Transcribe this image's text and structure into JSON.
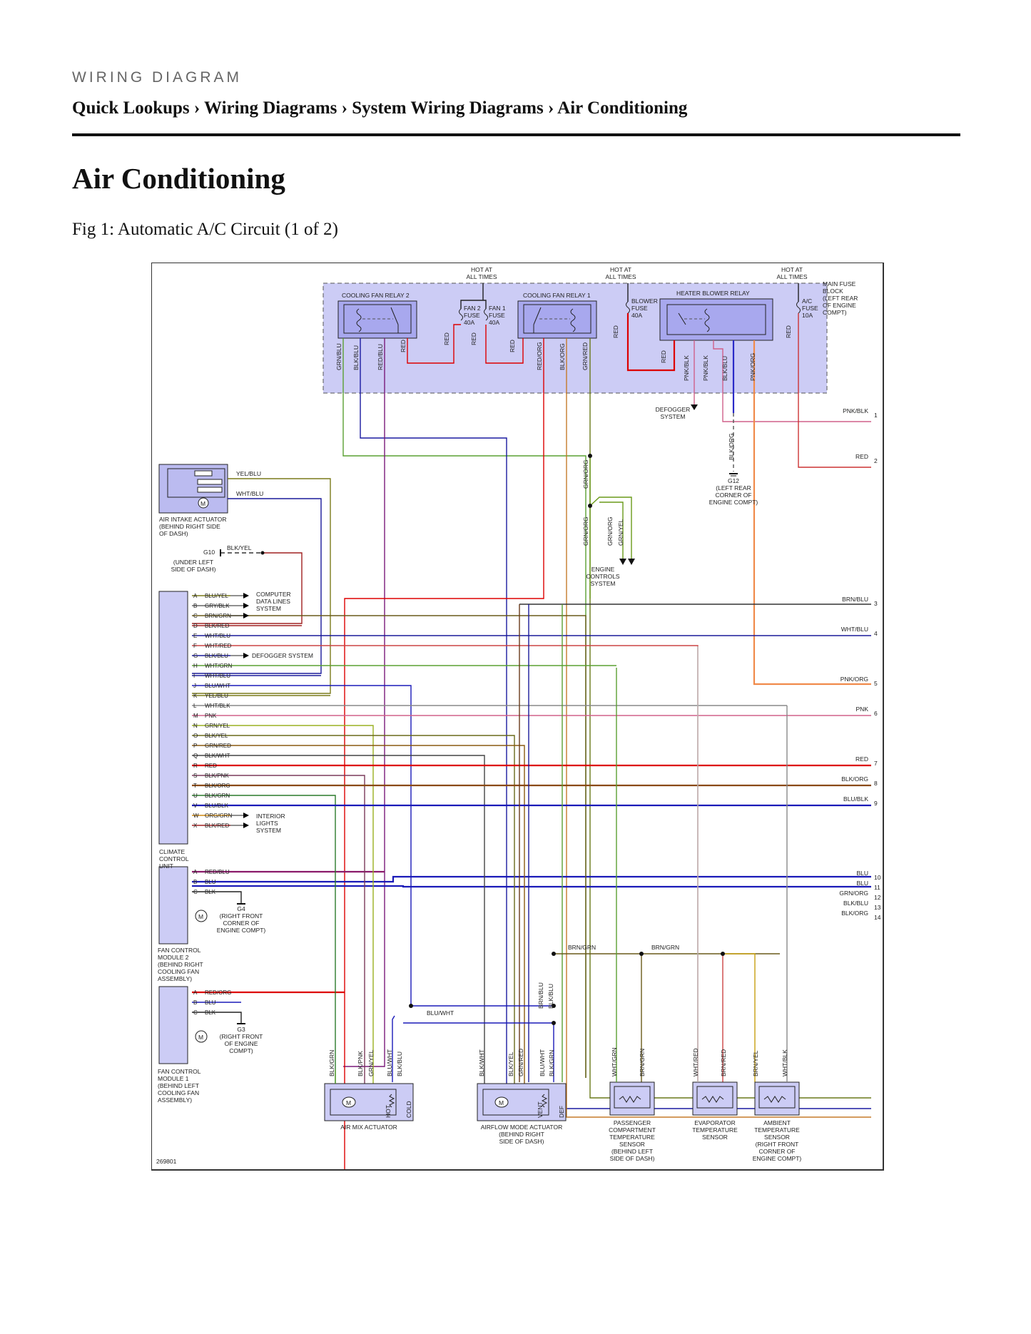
{
  "header": {
    "kicker": "WIRING DIAGRAM",
    "breadcrumb": "Quick Lookups › Wiring Diagrams › System Wiring Diagrams › Air Conditioning",
    "page_title": "Air Conditioning",
    "figure_caption": "Fig 1: Automatic A/C Circuit (1 of 2)"
  },
  "diagram": {
    "figure_id": "269801",
    "hot": "HOT AT",
    "all_times": "ALL TIMES",
    "main_fuse_block": [
      "MAIN FUSE",
      "BLOCK",
      "(LEFT REAR",
      "OF ENGINE",
      "COMPT)"
    ],
    "relays": {
      "cfr2": "COOLING FAN RELAY 2",
      "cfr1": "COOLING FAN RELAY 1",
      "hbr": "HEATER BLOWER RELAY"
    },
    "fuses": {
      "fan2": [
        "FAN 2",
        "FUSE",
        "40A"
      ],
      "fan1": [
        "FAN 1",
        "FUSE",
        "40A"
      ],
      "blower": [
        "BLOWER",
        "FUSE",
        "40A"
      ],
      "ac": [
        "A/C",
        "FUSE",
        "10A"
      ]
    },
    "relay_wires": [
      "GRN/BLU",
      "BLK/BLU",
      "RED/BLU",
      "RED",
      "RED",
      "RED",
      "RED",
      "RED/ORG",
      "BLK/ORG",
      "GRN/RED",
      "RED",
      "RED",
      "PNK/BLK",
      "PNK/BLK",
      "BLK/BLU",
      "PNK/ORG",
      "RED"
    ],
    "defogger": [
      "DEFOGGER",
      "SYSTEM"
    ],
    "g12": [
      "G12",
      "(LEFT REAR",
      "CORNER OF",
      "ENGINE COMPT)"
    ],
    "blk_org": "BLK/ORG",
    "grn_org": "GRN/ORG",
    "grn_yel": "GRN/YEL",
    "engine_controls": [
      "ENGINE",
      "CONTROLS",
      "SYSTEM"
    ],
    "air_intake": {
      "wires": [
        "YEL/BLU",
        "WHT/BLU"
      ],
      "label": [
        "AIR INTAKE ACTUATOR",
        "(BEHIND RIGHT SIDE",
        "OF DASH)"
      ]
    },
    "g10": {
      "name": "G10",
      "wire": "BLK/YEL",
      "label": [
        "(UNDER LEFT",
        "SIDE OF DASH)"
      ]
    },
    "ccu": {
      "label": [
        "CLIMATE",
        "CONTROL",
        "UNIT"
      ],
      "pins": [
        [
          "A",
          "BLU/YEL"
        ],
        [
          "B",
          "GRY/BLK"
        ],
        [
          "C",
          "BRN/GRN"
        ],
        [
          "D",
          "BLK/RED"
        ],
        [
          "E",
          "WHT/BLU"
        ],
        [
          "F",
          "WHT/RED"
        ],
        [
          "G",
          "BLK/BLU"
        ],
        [
          "H",
          "WHT/GRN"
        ],
        [
          "I",
          "WHT/BLU"
        ],
        [
          "J",
          "BLU/WHT"
        ],
        [
          "K",
          "YEL/BLU"
        ],
        [
          "L",
          "WHT/BLK"
        ],
        [
          "M",
          "PNK"
        ],
        [
          "N",
          "GRN/YEL"
        ],
        [
          "O",
          "BLK/YEL"
        ],
        [
          "P",
          "GRN/RED"
        ],
        [
          "Q",
          "BLK/WHT"
        ],
        [
          "R",
          "RED"
        ],
        [
          "S",
          "BLK/PNK"
        ],
        [
          "T",
          "BLK/ORG"
        ],
        [
          "U",
          "BLK/GRN"
        ],
        [
          "V",
          "BLU/BLK"
        ],
        [
          "W",
          "ORG/GRN"
        ],
        [
          "X",
          "BLK/RED"
        ]
      ],
      "computer": [
        "COMPUTER",
        "DATA LINES",
        "SYSTEM"
      ],
      "defogger_system": "DEFOGGER SYSTEM",
      "interior": [
        "INTERIOR",
        "LIGHTS",
        "SYSTEM"
      ]
    },
    "fcm2": {
      "label": [
        "FAN CONTROL",
        "MODULE 2",
        "(BEHIND RIGHT",
        "COOLING FAN",
        "ASSEMBLY)"
      ],
      "pins": [
        [
          "A",
          "RED/BLU"
        ],
        [
          "B",
          "BLU"
        ],
        [
          "C",
          "BLK"
        ]
      ]
    },
    "g4": [
      "G4",
      "(RIGHT FRONT",
      "CORNER OF",
      "ENGINE COMPT)"
    ],
    "fcm1": {
      "label": [
        "FAN CONTROL",
        "MODULE 1",
        "(BEHIND LEFT",
        "COOLING FAN",
        "ASSEMBLY)"
      ],
      "pins": [
        [
          "A",
          "RED/ORG"
        ],
        [
          "B",
          "BLU"
        ],
        [
          "C",
          "BLK"
        ]
      ]
    },
    "g3": [
      "G3",
      "(RIGHT FRONT",
      "OF ENGINE",
      "COMPT)"
    ],
    "right_wires": [
      [
        "PNK/BLK",
        "1"
      ],
      [
        "RED",
        "2"
      ],
      [
        "BRN/BLU",
        "3"
      ],
      [
        "WHT/BLU",
        "4"
      ],
      [
        "PNK/ORG",
        "5"
      ],
      [
        "PNK",
        "6"
      ],
      [
        "RED",
        "7"
      ],
      [
        "BLK/ORG",
        "8"
      ],
      [
        "BLU/BLK",
        "9"
      ],
      [
        "BLU",
        "10"
      ],
      [
        "BLU",
        "11"
      ],
      [
        "GRN/ORG",
        "12"
      ],
      [
        "BLK/BLU",
        "13"
      ],
      [
        "BLK/ORG",
        "14"
      ]
    ],
    "brn_grn": "BRN/GRN",
    "blu_wht": "BLU/WHT",
    "brn_blu": "BRN/BLU",
    "blk_blu": "BLK/BLU",
    "air_mix": {
      "label": "AIR MIX ACTUATOR",
      "wires": [
        "BLK/GRN",
        "BLK/PNK",
        "GRN/YEL",
        "BLU/WHT",
        "BLK/BLU"
      ],
      "hot": "HOT",
      "cold": "COLD"
    },
    "airflow": {
      "label": [
        "AIRFLOW MODE ACTUATOR",
        "(BEHIND RIGHT",
        "SIDE OF DASH)"
      ],
      "wires": [
        "BLK/WHT",
        "BLK/YEL",
        "GRN/RED",
        "BLU/WHT",
        "BLK/GRN"
      ],
      "vent": "VENT",
      "def": "DEF"
    },
    "passenger_sensor": {
      "label": [
        "PASSENGER",
        "COMPARTMENT",
        "TEMPERATURE",
        "SENSOR",
        "(BEHIND LEFT",
        "SIDE OF DASH)"
      ],
      "wires": [
        "WHT/GRN",
        "BRN/GRN"
      ]
    },
    "evap_sensor": {
      "label": [
        "EVAPORATOR",
        "TEMPERATURE",
        "SENSOR"
      ],
      "wires": [
        "WHT/RED",
        "BRN/RED"
      ]
    },
    "ambient_sensor": {
      "label": [
        "AMBIENT",
        "TEMPERATURE",
        "SENSOR",
        "(RIGHT FRONT",
        "CORNER OF",
        "ENGINE COMPT)"
      ],
      "wires": [
        "BRN/YEL",
        "WHT/BLK"
      ]
    }
  }
}
